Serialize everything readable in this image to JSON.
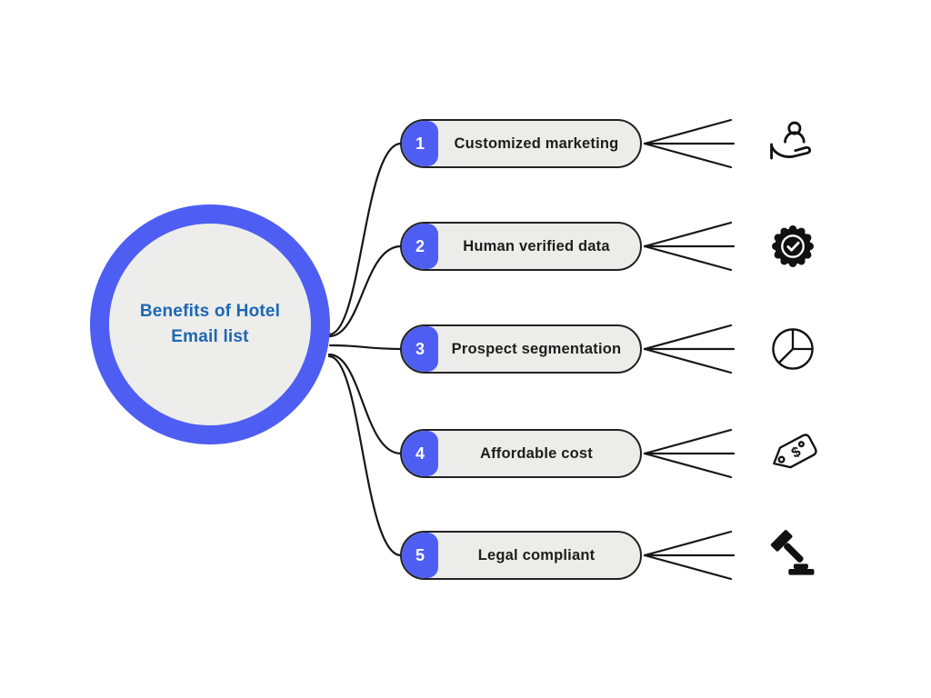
{
  "center": {
    "line1": "Benefits of Hotel",
    "line2": "Email list"
  },
  "items": [
    {
      "number": "1",
      "label": "Customized marketing",
      "icon": "hand-holding-person"
    },
    {
      "number": "2",
      "label": "Human verified data",
      "icon": "verified-badge"
    },
    {
      "number": "3",
      "label": "Prospect segmentation",
      "icon": "pie-chart"
    },
    {
      "number": "4",
      "label": "Affordable cost",
      "icon": "price-tag",
      "glyph": "$"
    },
    {
      "number": "5",
      "label": "Legal compliant",
      "icon": "gavel"
    }
  ],
  "colors": {
    "accent_blue": "#4e5ef2",
    "center_text_blue": "#1b67b5",
    "pill_fill": "#ecedea",
    "line": "#161616"
  }
}
